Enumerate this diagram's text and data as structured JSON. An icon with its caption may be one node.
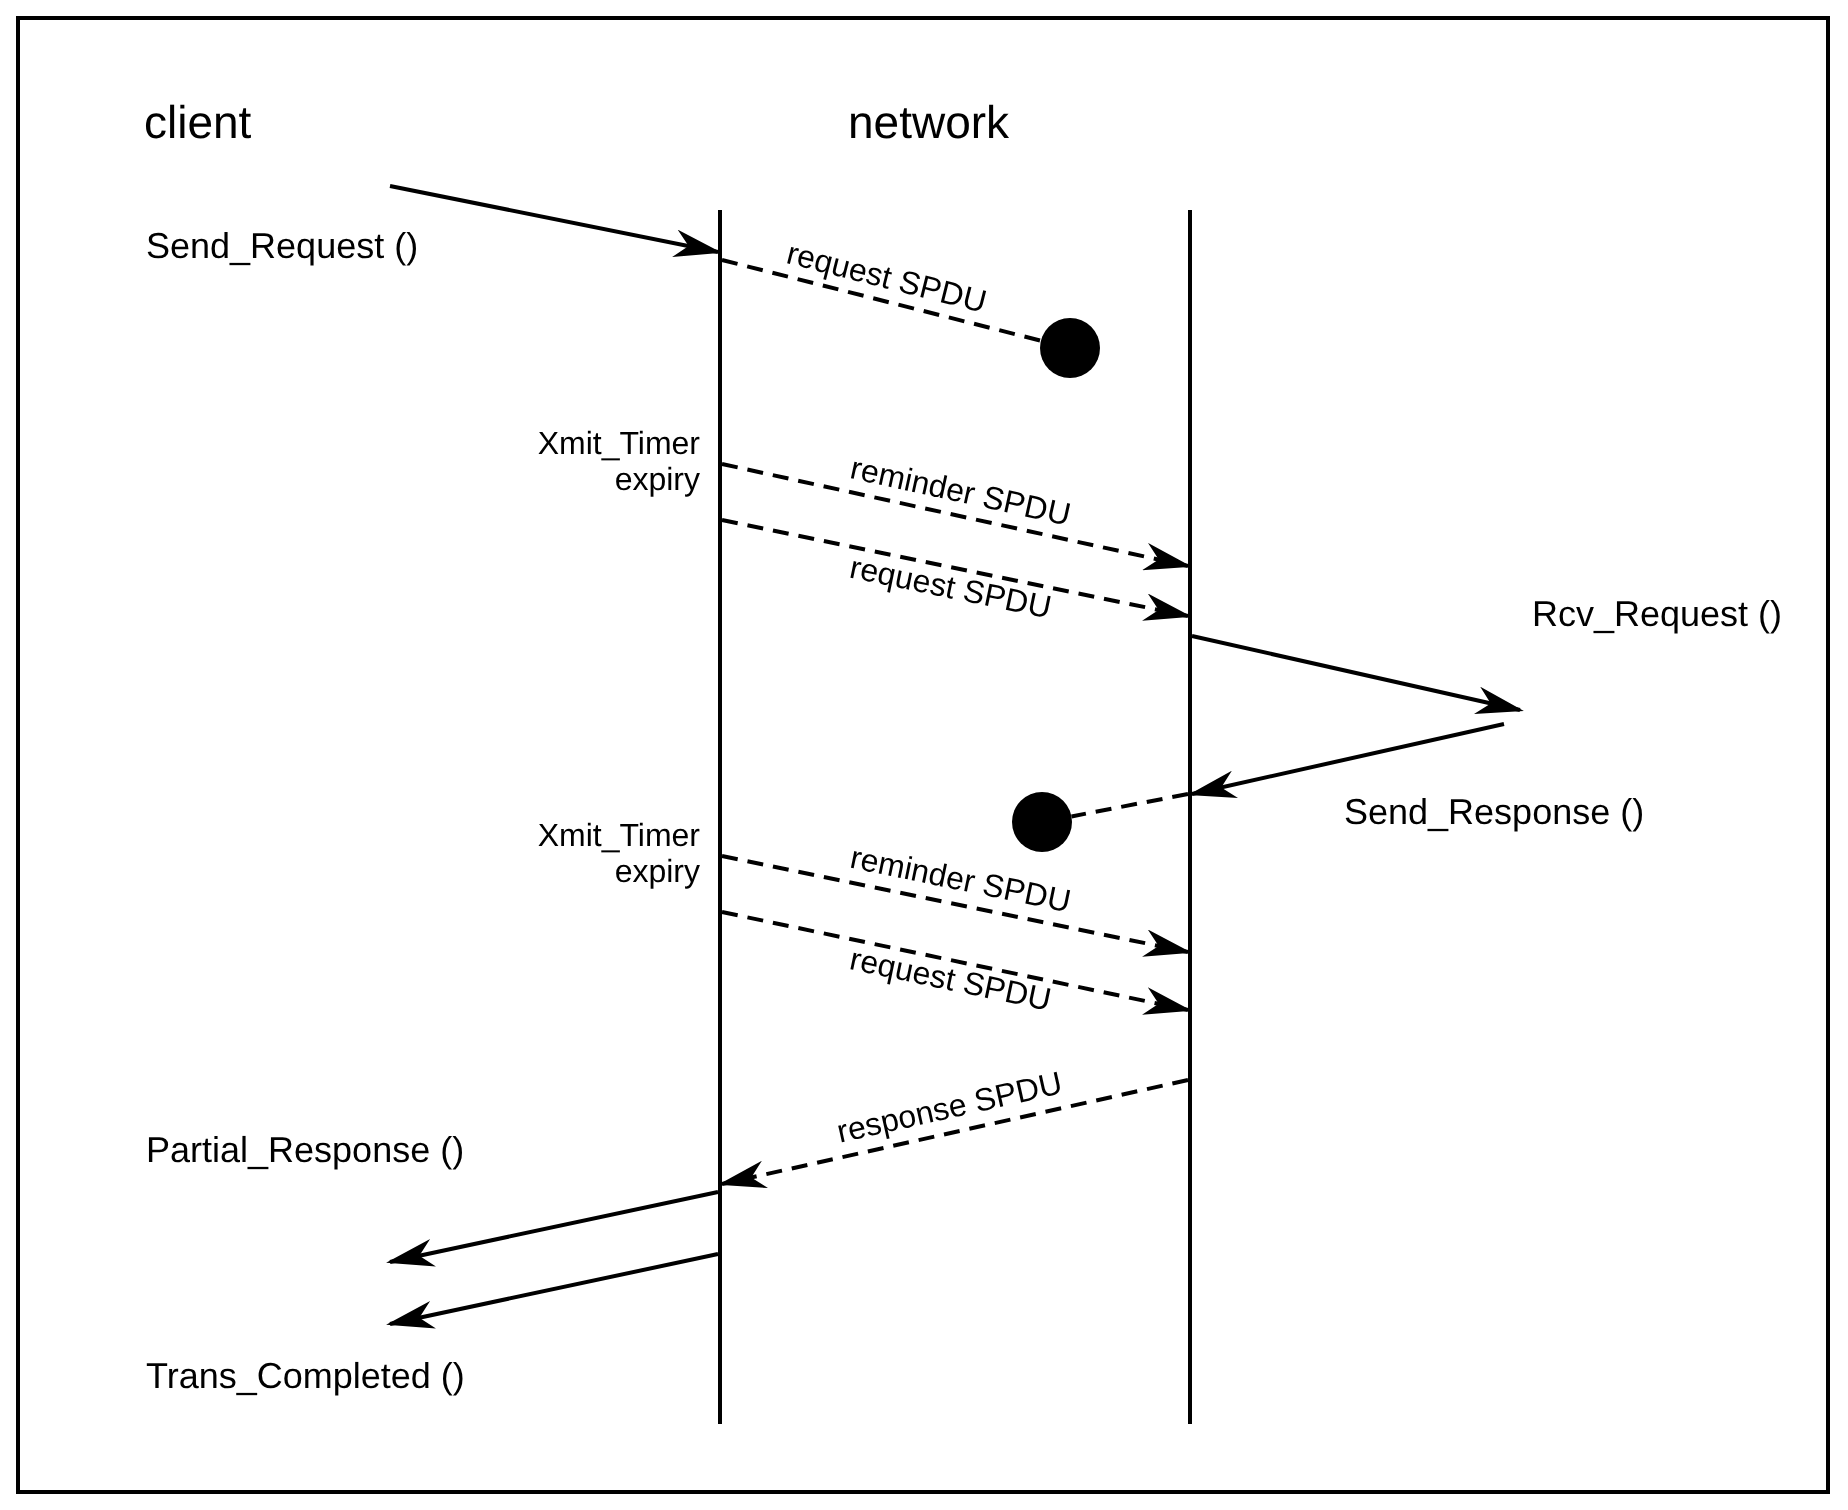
{
  "diagram": {
    "nodes": [
      {
        "text": [],
        "shape": "bar"
      },
      {
        "text": [],
        "shape": "bar"
      },
      {
        "text": [],
        "shape": "circle"
      },
      {
        "text": [],
        "shape": "circle"
      }
    ],
    "edges": [
      {
        "from": null,
        "to": 0,
        "arrow": "to"
      },
      {
        "from": 0,
        "to": 2,
        "arrow": "none",
        "style": "dashed",
        "label": "request SPDU"
      },
      {
        "from": 0,
        "to": 1,
        "arrow": "to",
        "style": "dashed",
        "label": "reminder SPDU"
      },
      {
        "from": 0,
        "to": 1,
        "arrow": "to",
        "style": "dashed",
        "label": "request SPDU"
      },
      {
        "from": 1,
        "to": null,
        "arrow": "to"
      },
      {
        "from": null,
        "to": 1,
        "arrow": "to"
      },
      {
        "from": 1,
        "to": 3,
        "arrow": "none",
        "style": "dashed"
      },
      {
        "from": 0,
        "to": 1,
        "arrow": "to",
        "style": "dashed",
        "label": "reminder SPDU"
      },
      {
        "from": 0,
        "to": 1,
        "arrow": "to",
        "style": "dashed",
        "label": "request SPDU"
      },
      {
        "from": 1,
        "to": 0,
        "arrow": "to",
        "style": "dashed",
        "label": "response SPDU"
      },
      {
        "from": 0,
        "to": null,
        "arrow": "to"
      },
      {
        "from": 0,
        "to": null,
        "arrow": "to"
      }
    ],
    "labels": [
      "client",
      "network",
      "Send_Request ()",
      "Xmit_Timer expiry",
      "Rcv_Request ()",
      "Send_Response ()",
      "Xmit_Timer expiry",
      "Partial_Response ()",
      "Trans_Completed ()"
    ]
  }
}
